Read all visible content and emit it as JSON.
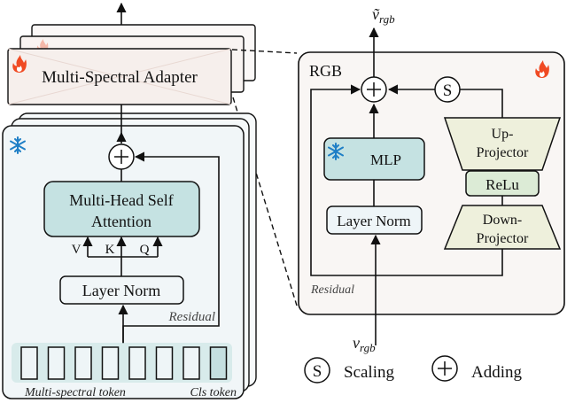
{
  "left_panel": {
    "adapter_label": "Multi-Spectral Adapter",
    "attention_label_line1": "Multi-Head Self",
    "attention_label_line2": "Attention",
    "qkv": {
      "v": "V",
      "k": "K",
      "q": "Q"
    },
    "layer_norm_label": "Layer Norm",
    "residual_label": "Residual",
    "multispectral_token_label": "Multi-spectral token",
    "cls_token_label": "Cls token",
    "token_count": 8,
    "frozen_icon": "snowflake-icon",
    "trainable_icon": "flame-icon"
  },
  "right_panel": {
    "title": "RGB",
    "output_label": "ṽ",
    "output_sub": "rgb",
    "input_label": "v",
    "input_sub": "rgb",
    "mlp_label": "MLP",
    "layer_norm_label": "Layer Norm",
    "up_projector_line1": "Up-",
    "up_projector_line2": "Projector",
    "relu_label": "ReLu",
    "down_projector_line1": "Down-",
    "down_projector_line2": "Projector",
    "scaling_symbol": "S",
    "residual_label": "Residual"
  },
  "legend": {
    "scaling_symbol": "S",
    "scaling_label": "Scaling",
    "adding_symbol": "+",
    "adding_label": "Adding"
  },
  "colors": {
    "adapter_fill": "#f6efec",
    "block_fill": "#f1f6f8",
    "attention_fill": "#c5e2e2",
    "mlp_fill": "#c5e2e2",
    "layernorm_fill": "#eef5f8",
    "projector_fill": "#eef0dc",
    "relu_fill": "#dcebd6",
    "snowflake": "#1f7fc6",
    "flame": "#f04a23"
  }
}
